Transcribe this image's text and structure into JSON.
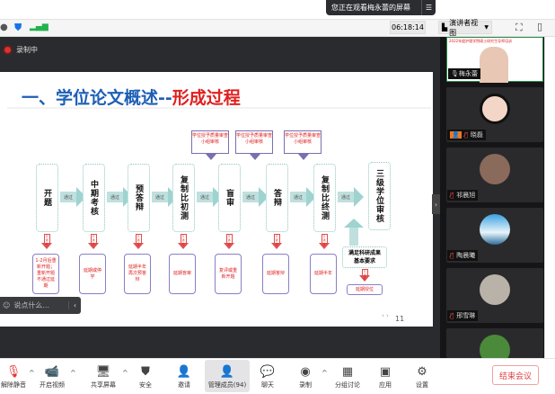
{
  "banner": {
    "text": "您正在观看梅永蕾的屏幕",
    "menu_icon": "list-icon"
  },
  "toolbar": {
    "clock": "06:18:14",
    "view_label": "演讲者视图"
  },
  "recording": {
    "label": "录制中"
  },
  "slide": {
    "title_main": "一、学位论文概述--",
    "title_accent": "形成过程",
    "page_number": "11",
    "pass_label": "通过",
    "fail_label": "不通过",
    "not_met_label": "不满足",
    "steps": [
      "开题",
      "中期考核",
      "预答辩",
      "复制比初测",
      "盲审",
      "答辩",
      "复制比终测",
      "三级学位审核"
    ],
    "reviews": [
      "学位授予质量审查小组审核",
      "学位授予质量审查小组审核",
      "学位授予质量审查小组审核"
    ],
    "fails": [
      "1-2月后重新开题；重新开题不通过延期",
      "延期或停学",
      "延期半年再次预答辩",
      "延期盲审",
      "复评或重新开题",
      "延期答辩",
      "延期半年"
    ],
    "requirement": "满足科研成果基本要求",
    "requirement_fail": "延期授位"
  },
  "chat": {
    "placeholder": "说点什么..."
  },
  "participants": [
    {
      "name": "梅永蕾",
      "banner": "2022年度护理学院硕士研究生导师培训"
    },
    {
      "name": "晓磊"
    },
    {
      "name": "祁晨旭"
    },
    {
      "name": "陶晨曦"
    },
    {
      "name": "邢雪琳"
    }
  ],
  "bottom": {
    "buttons": [
      "解除静音",
      "开启视频",
      "共享屏幕",
      "安全",
      "邀请",
      "管理成员(94)",
      "聊天",
      "录制",
      "分组讨论",
      "应用",
      "设置"
    ],
    "end_meeting": "结束会议"
  }
}
